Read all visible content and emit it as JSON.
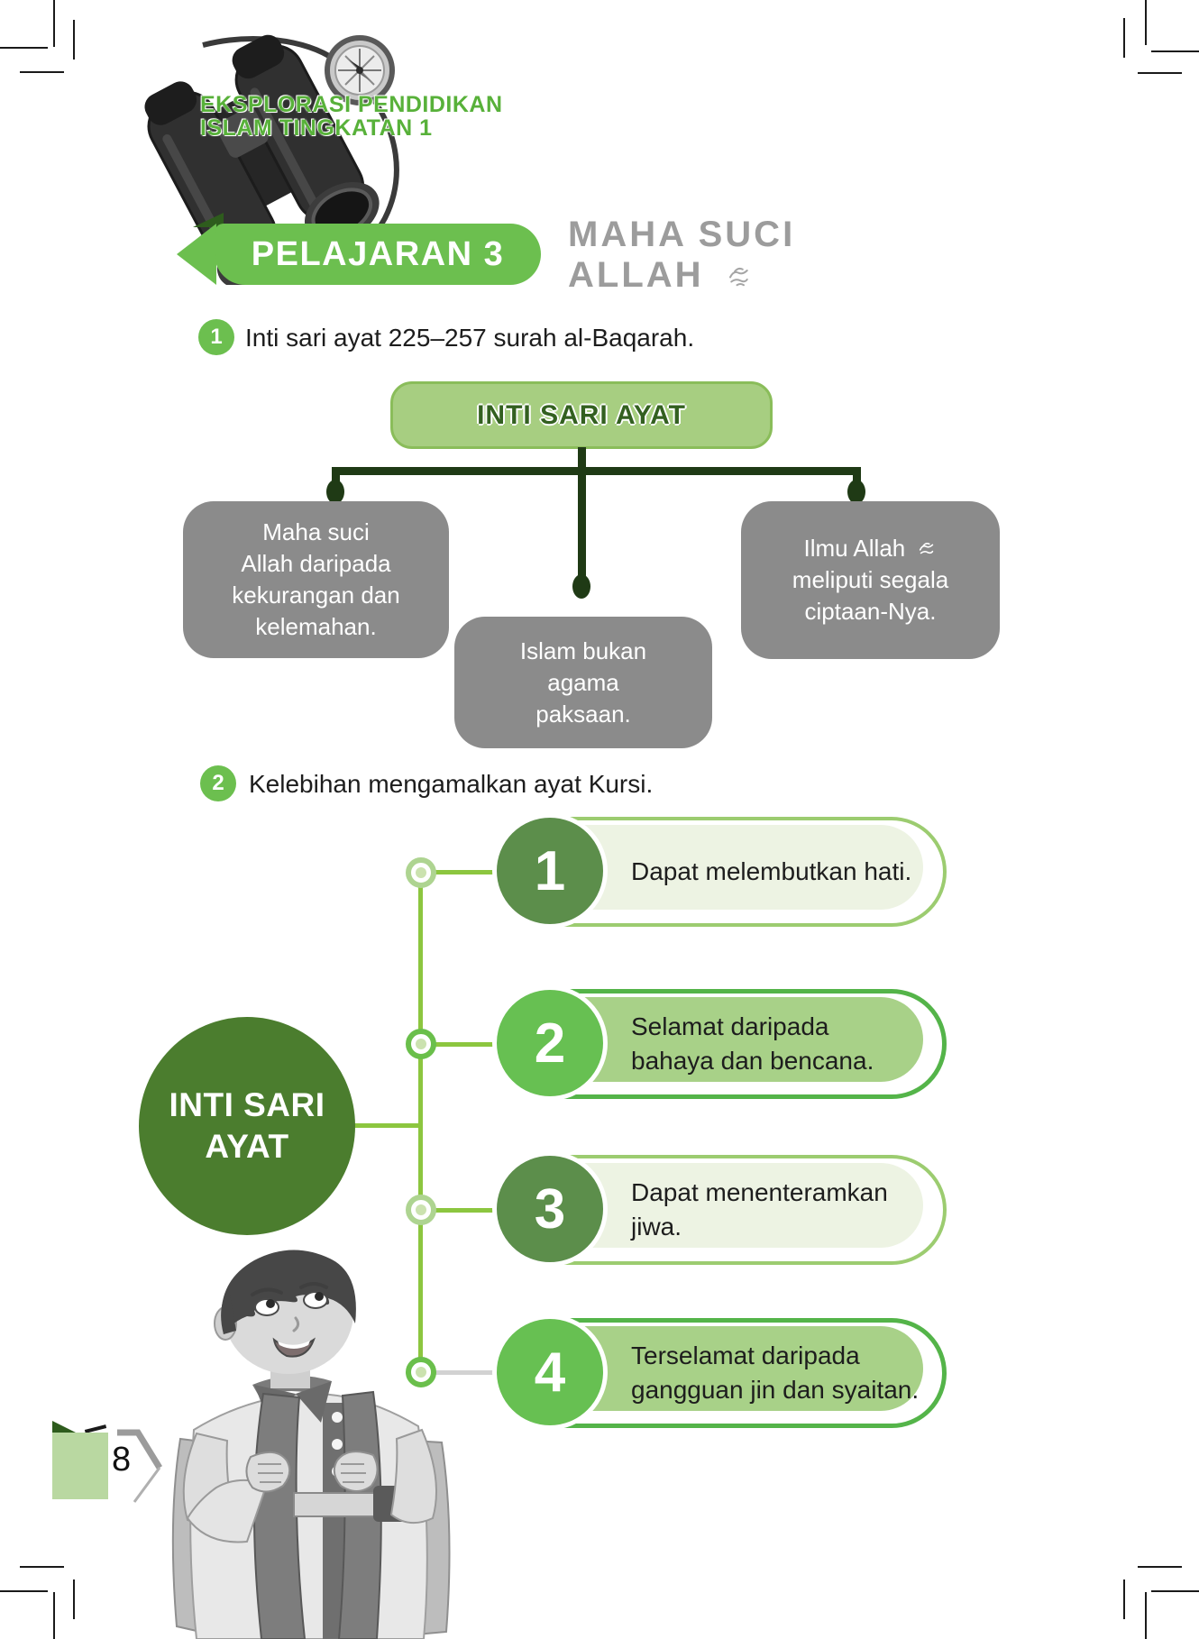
{
  "header": {
    "book_label_line1": "EKSPLORASI PENDIDIKAN",
    "book_label_line2": "ISLAM TINGKATAN 1",
    "lesson_badge": "PELAJARAN 3",
    "title_line1": "MAHA SUCI",
    "title_line2": "ALLAH",
    "honorific": "ﷻ"
  },
  "sections": [
    {
      "number": "1",
      "text": "Inti sari ayat 225–257 surah al-Baqarah."
    },
    {
      "number": "2",
      "text": "Kelebihan mengamalkan ayat Kursi."
    }
  ],
  "diagram1": {
    "title": "INTI SARI AYAT",
    "boxes": [
      {
        "lines": [
          "Maha suci",
          "Allah daripada",
          "kekurangan dan",
          "kelemahan."
        ]
      },
      {
        "lines": [
          "Islam bukan",
          "agama",
          "paksaan."
        ]
      },
      {
        "line1": "Ilmu Allah",
        "honorific": "ﷻ",
        "line2": "meliputi segala",
        "line3": "ciptaan-Nya."
      }
    ]
  },
  "diagram2": {
    "center_line1": "INTI SARI",
    "center_line2": "AYAT",
    "benefits": [
      {
        "number": "1",
        "lines": [
          "Dapat melembutkan hati."
        ]
      },
      {
        "number": "2",
        "lines": [
          "Selamat daripada",
          "bahaya dan bencana."
        ]
      },
      {
        "number": "3",
        "lines": [
          "Dapat menenteramkan",
          "jiwa."
        ]
      },
      {
        "number": "4",
        "lines": [
          "Terselamat daripada",
          "gangguan jin dan syaitan."
        ]
      }
    ]
  },
  "footer": {
    "page_number": "8"
  },
  "colors": {
    "accent_green": "#6cbf4f",
    "light_green_box": "#a7ce81",
    "dark_connector_green": "#1f3a15",
    "gray_box": "#8b8b8b",
    "big_circle_green": "#4b7d2e",
    "pill_green": "#a8d188",
    "pill_pale": "#edf3e3",
    "title_gray": "#9c9c9c",
    "tab_green": "#b9d8a1"
  }
}
